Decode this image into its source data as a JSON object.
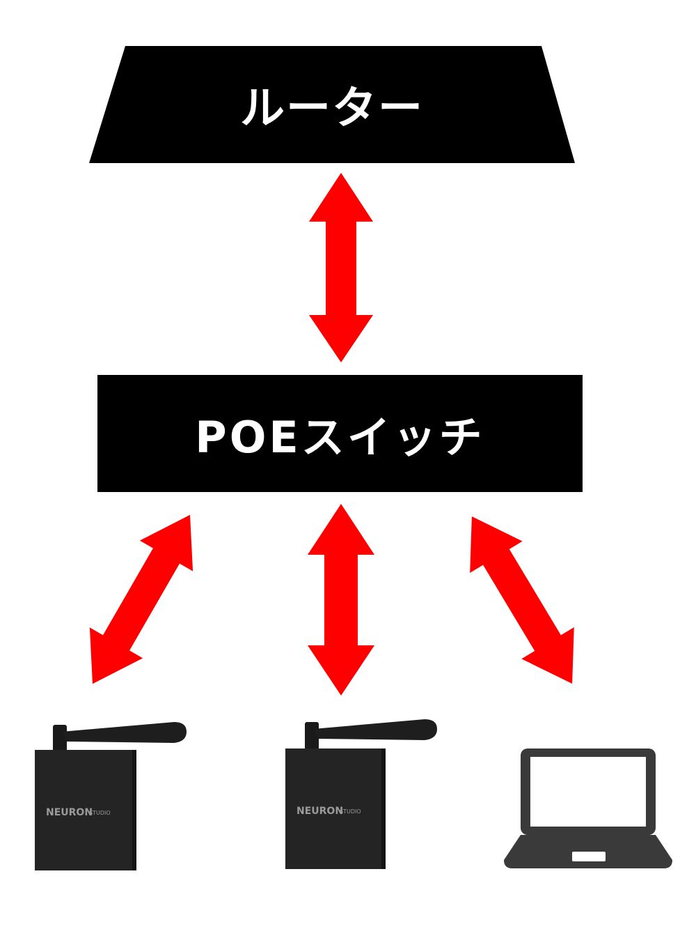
{
  "diagram": {
    "router": {
      "label": "ルーター"
    },
    "switch": {
      "label": "POEスイッチ"
    },
    "devices": [
      {
        "kind": "neuron-device",
        "logo_text": "NEURON",
        "logo_sub": "STUDIO"
      },
      {
        "kind": "neuron-device",
        "logo_text": "NEURON",
        "logo_sub": "STUDIO"
      },
      {
        "kind": "laptop"
      }
    ],
    "colors": {
      "node_fill": "#000000",
      "node_text": "#ffffff",
      "arrow": "#ff0000",
      "device_body": "#242424",
      "laptop_body": "#3a3a3a"
    },
    "connections": [
      {
        "from": "router",
        "to": "switch",
        "direction": "bidirectional"
      },
      {
        "from": "switch",
        "to": "device-1",
        "direction": "bidirectional"
      },
      {
        "from": "switch",
        "to": "device-2",
        "direction": "bidirectional"
      },
      {
        "from": "switch",
        "to": "laptop",
        "direction": "bidirectional"
      }
    ]
  }
}
